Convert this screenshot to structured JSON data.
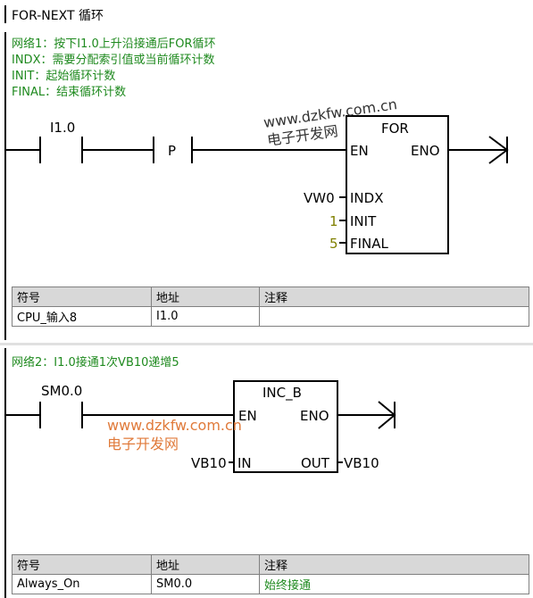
{
  "title": "FOR-NEXT 循环",
  "network1": {
    "comments": [
      "网络1：按下I1.0上升沿接通后FOR循环",
      "INDX：需要分配索引值或当前循环计数",
      "INIT：起始循环计数",
      "FINAL：结束循环计数"
    ],
    "contact_label": "I1.0",
    "edge_label": "P",
    "box_title": "FOR",
    "pin_en": "EN",
    "pin_eno": "ENO",
    "pin_indx": "INDX",
    "pin_init": "INIT",
    "pin_final": "FINAL",
    "indx_value": "VW0",
    "init_value": "1",
    "final_value": "5",
    "watermark_line1": "www.dzkfw.com.cn",
    "watermark_line2": "电子开发网",
    "symbols": {
      "headers": [
        "符号",
        "地址",
        "注释"
      ],
      "rows": [
        [
          "CPU_输入8",
          "I1.0",
          ""
        ]
      ]
    }
  },
  "network2": {
    "comments": [
      "网络2：I1.0接通1次VB10递增5"
    ],
    "contact_label": "SM0.0",
    "box_title": "INC_B",
    "pin_en": "EN",
    "pin_eno": "ENO",
    "pin_in": "IN",
    "pin_out": "OUT",
    "in_value": "VB10",
    "out_value": "VB10",
    "watermark_line1": "www.dzkfw.com.cn",
    "watermark_line2": "电子开发网",
    "symbols": {
      "headers": [
        "符号",
        "地址",
        "注释"
      ],
      "rows": [
        [
          "Always_On",
          "SM0.0",
          "始终接通"
        ]
      ]
    }
  },
  "colors": {
    "comment": "#1f8a1f",
    "value_olive": "#808000",
    "watermark_orange": "#e07a3a"
  }
}
